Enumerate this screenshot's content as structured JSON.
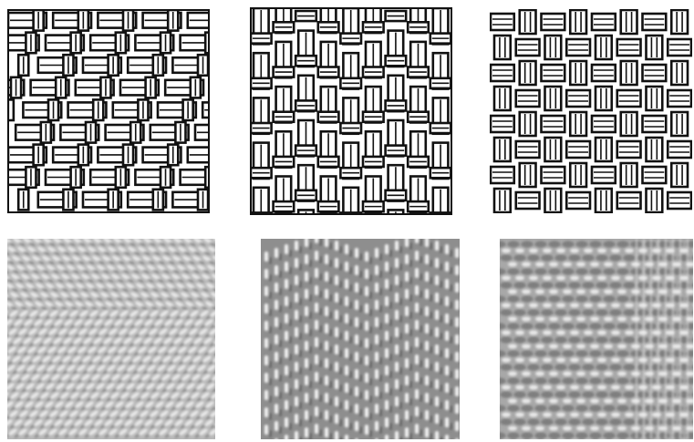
{
  "figure": {
    "diagrams": [
      {
        "weave": "twill",
        "strands": 2,
        "rows": 9,
        "cols": 9
      },
      {
        "weave": "herringbone",
        "strands": 2,
        "rows": 9,
        "cols": 9
      },
      {
        "weave": "basket",
        "strands": 3,
        "rows": 8,
        "cols": 8
      }
    ],
    "photos": [
      {
        "tone": "#b9b9b9",
        "dark": "#6e6e6e",
        "light": "#e8e8e8",
        "pattern": "diagonal-twill"
      },
      {
        "tone": "#8e8e8e",
        "dark": "#5a5a5a",
        "light": "#f2f2f2",
        "pattern": "herringbone-floats"
      },
      {
        "tone": "#a8a8a8",
        "dark": "#707070",
        "light": "#eeeeee",
        "pattern": "basket-weave"
      }
    ],
    "colors": {
      "ink": "#111111",
      "paper": "#ffffff"
    }
  }
}
